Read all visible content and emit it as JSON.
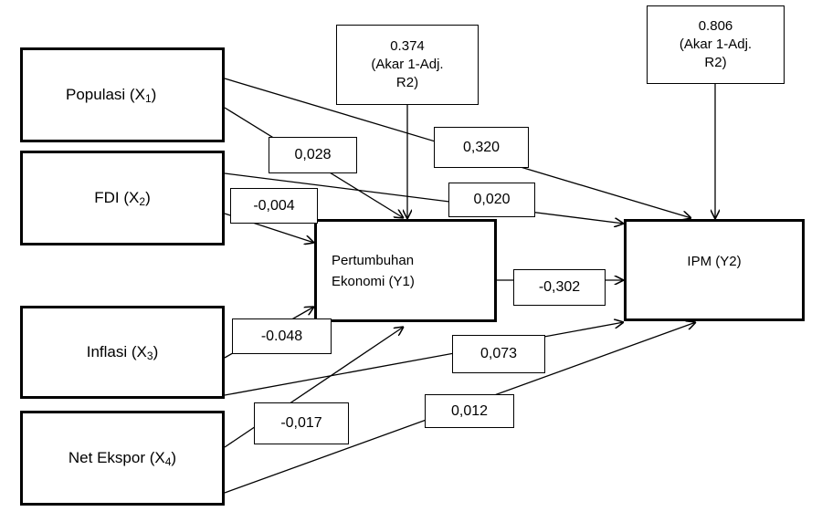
{
  "variables": {
    "x1": {
      "label": "Populasi (X",
      "sub": "1",
      "close": ")"
    },
    "x2": {
      "label": "FDI (X",
      "sub": "2",
      "close": ")"
    },
    "x3": {
      "label": "Inflasi (X",
      "sub": "3",
      "close": ")"
    },
    "x4": {
      "label": "Net Ekspor (X",
      "sub": "4",
      "close": ")"
    },
    "y1": {
      "line1": "Pertumbuhan",
      "line2": "Ekonomi (Y1)"
    },
    "y2": {
      "label": "IPM (Y2)"
    }
  },
  "residuals": {
    "y1": {
      "value": "0.374",
      "line2": "(Akar 1-Adj.",
      "line3": "R2)"
    },
    "y2": {
      "value": "0.806",
      "line2": "(Akar 1-Adj.",
      "line3": "R2)"
    }
  },
  "coefficients": {
    "x1_y1": "0,028",
    "x1_y2": "0,320",
    "x2_y1": "-0,004",
    "x2_y2": "0,020",
    "x3_y1": "-0.048",
    "x3_y2": "0,073",
    "x4_y1": "-0,017",
    "x4_y2": "0,012",
    "y1_y2": "-0,302"
  }
}
